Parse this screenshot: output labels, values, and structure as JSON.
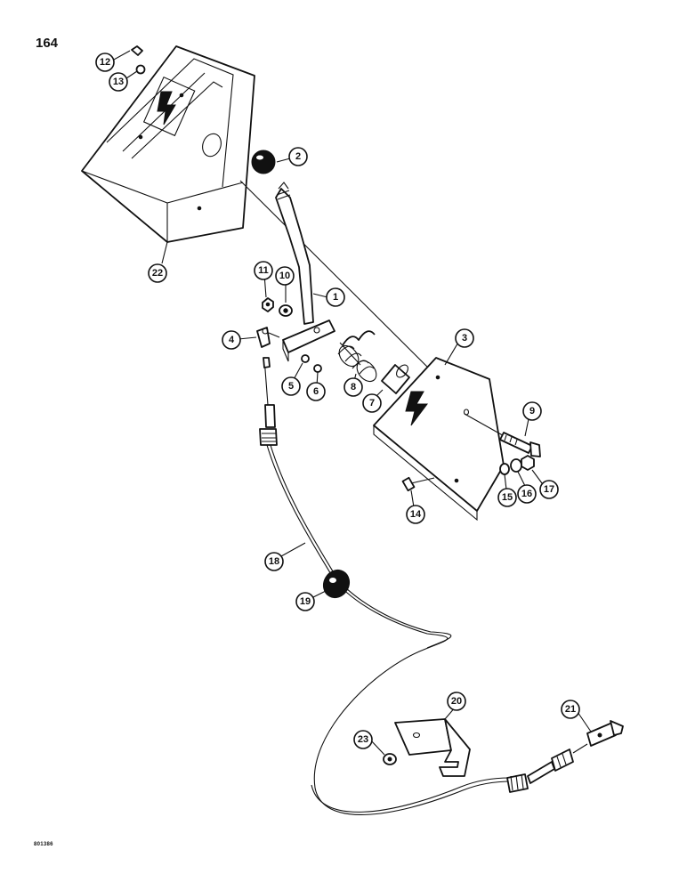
{
  "page": {
    "number": "164",
    "ref_code": "801386"
  },
  "callouts": [
    "1",
    "2",
    "3",
    "4",
    "5",
    "6",
    "7",
    "8",
    "9",
    "10",
    "11",
    "12",
    "13",
    "14",
    "15",
    "16",
    "17",
    "18",
    "19",
    "20",
    "21",
    "22",
    "23"
  ],
  "colors": {
    "ink": "#111111",
    "paper": "#ffffff"
  }
}
